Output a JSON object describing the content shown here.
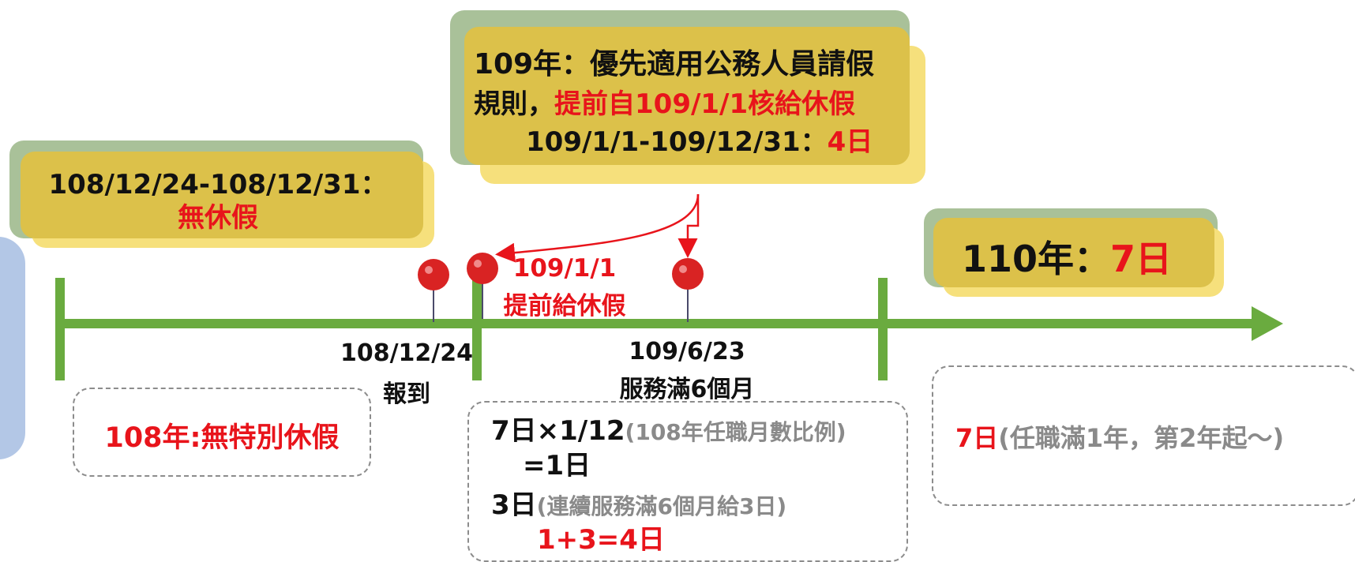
{
  "box_108": {
    "line1": "108/12/24-108/12/31：",
    "line2": "無休假"
  },
  "box_109": {
    "line1": "109年：優先適用公務人員請假",
    "line2_a": "規則，",
    "line2_b": "提前自109/1/1核給休假",
    "line3_a": "109/1/1-109/12/31：",
    "line3_b": "4日"
  },
  "box_110": {
    "prefix": "110年：",
    "value": "7日"
  },
  "timeline": {
    "marker_108_date": "108/12/24",
    "marker_108_note": "報到",
    "marker_109_date": "109/1/1",
    "marker_109_note": "提前給休假",
    "marker_109_6_date": "109/6/23",
    "marker_109_6_note": "服務滿6個月"
  },
  "bottom_left": {
    "text": "108年:無特別休假"
  },
  "bottom_mid": {
    "line1_a": "7日×1/12",
    "line1_b": "(108年任職月數比例)",
    "line2": "=1日",
    "line3_a": "3日",
    "line3_b": "(連續服務滿6個月給3日)",
    "line4": "1+3=4日"
  },
  "bottom_right": {
    "value": "7日",
    "note": "(任職滿1年，第2年起～)"
  },
  "colors": {
    "accent_red": "#e8141b",
    "timeline_green": "#6aab3f",
    "box_yellow": "#dcc14a",
    "box_green": "#a9c199",
    "side_blue": "#b3c7e6",
    "pin_red": "#d92323"
  }
}
